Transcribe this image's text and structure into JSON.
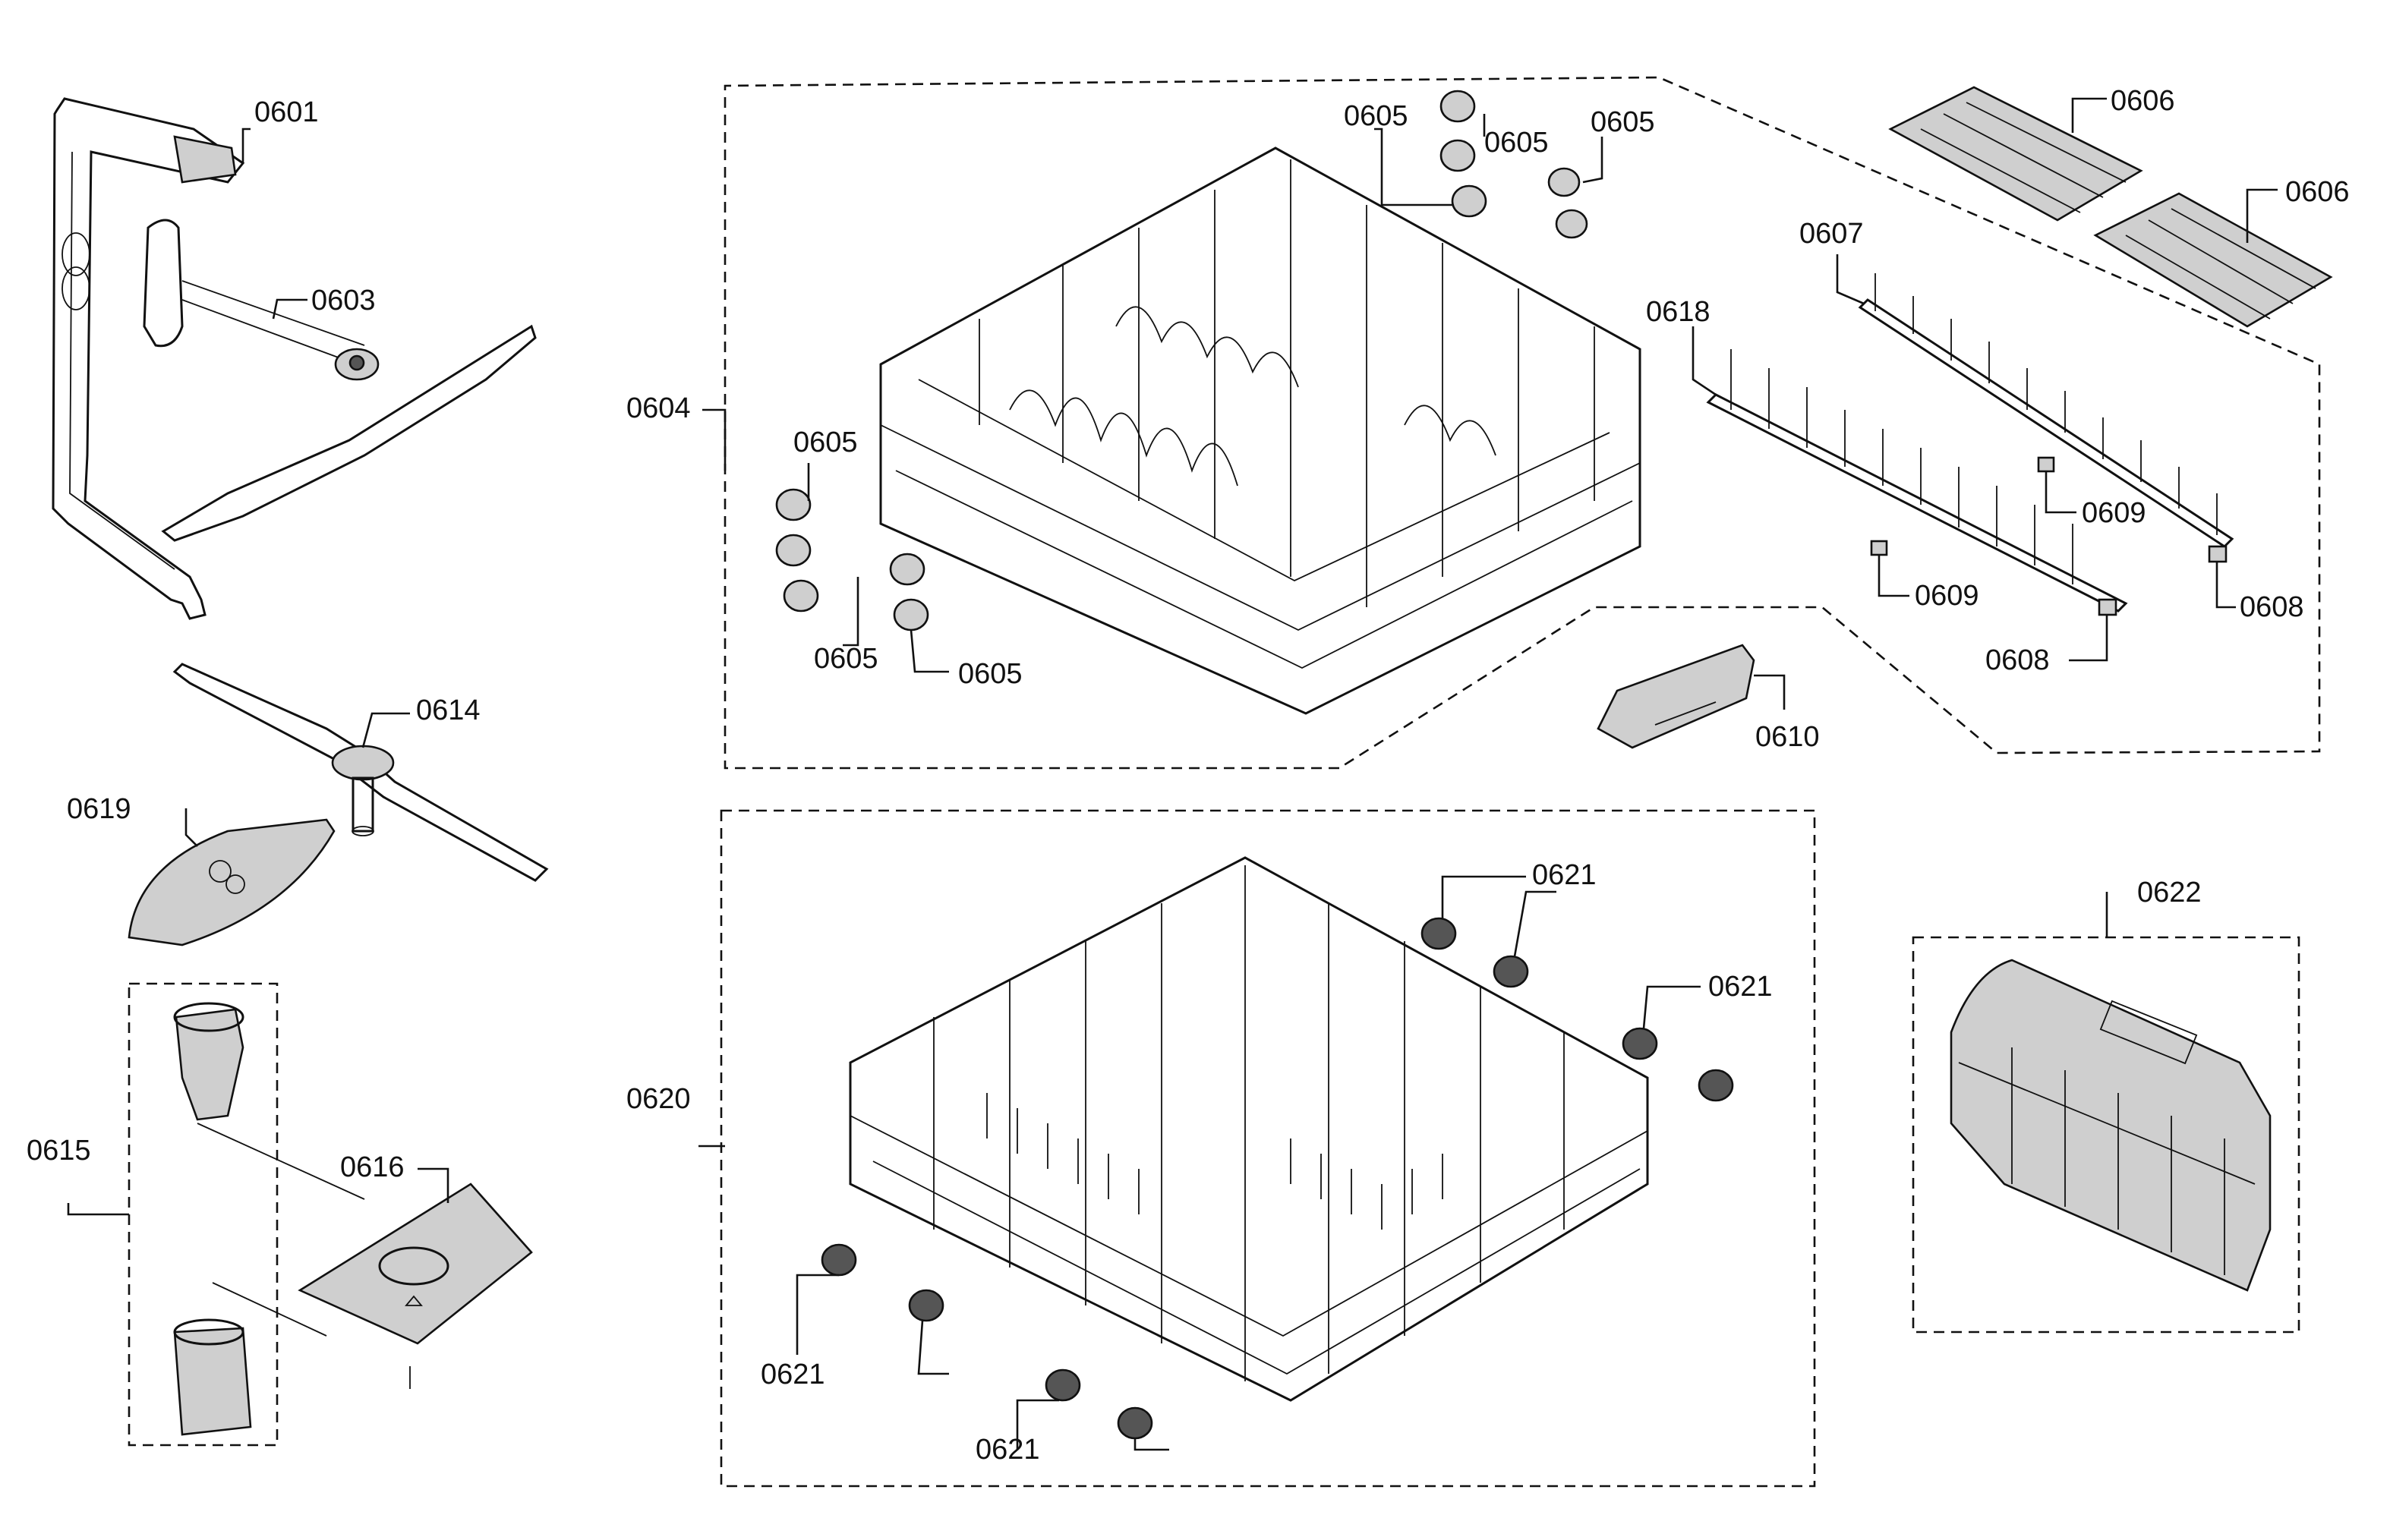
{
  "callouts": {
    "c0601": "0601",
    "c0603": "0603",
    "c0604": "0604",
    "c0605_a": "0605",
    "c0605_b": "0605",
    "c0605_c": "0605",
    "c0605_d": "0605",
    "c0605_e": "0605",
    "c0605_f": "0605",
    "c0606_a": "0606",
    "c0606_b": "0606",
    "c0607": "0607",
    "c0608_a": "0608",
    "c0608_b": "0608",
    "c0609_a": "0609",
    "c0609_b": "0609",
    "c0610": "0610",
    "c0614": "0614",
    "c0615": "0615",
    "c0616": "0616",
    "c0618": "0618",
    "c0619": "0619",
    "c0620": "0620",
    "c0621_a": "0621",
    "c0621_b": "0621",
    "c0621_c": "0621",
    "c0621_d": "0621",
    "c0622": "0622"
  },
  "colors": {
    "line": "#111111",
    "background": "#ffffff",
    "shade": "#cfcfcf"
  }
}
